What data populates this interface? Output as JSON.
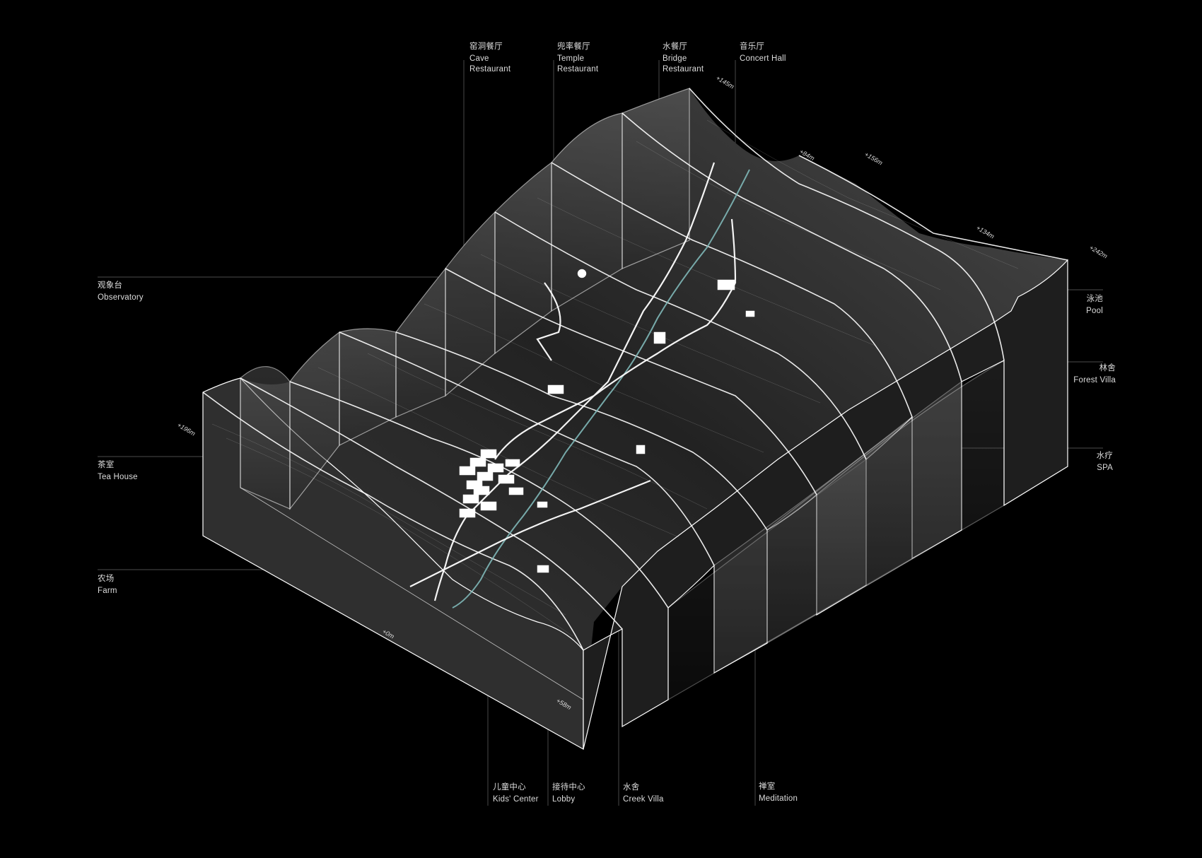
{
  "labels": {
    "top": [
      {
        "zh": "窑洞餐厅",
        "en": "Cave\nRestaurant"
      },
      {
        "zh": "兜率餐厅",
        "en": "Temple\nRestaurant"
      },
      {
        "zh": "水餐厅",
        "en": "Bridge\nRestaurant"
      },
      {
        "zh": "音乐厅",
        "en": "Concert Hall"
      }
    ],
    "left": [
      {
        "zh": "观象台",
        "en": "Observatory"
      },
      {
        "zh": "茶室",
        "en": "Tea House"
      },
      {
        "zh": "农场",
        "en": "Farm"
      }
    ],
    "right": [
      {
        "zh": "泳池",
        "en": "Pool"
      },
      {
        "zh": "林舍",
        "en": "Forest Villa"
      },
      {
        "zh": "水疗",
        "en": "SPA"
      }
    ],
    "bottom": [
      {
        "zh": "儿童中心",
        "en": "Kids' Center"
      },
      {
        "zh": "接待中心",
        "en": "Lobby"
      },
      {
        "zh": "水舍",
        "en": "Creek Villa"
      },
      {
        "zh": "禅室",
        "en": "Meditation"
      }
    ]
  },
  "elevations": [
    "+145m",
    "+84m",
    "+156m",
    "+134m",
    "+242m",
    "+196m",
    "+0m",
    "+58m"
  ],
  "colors": {
    "background": "#000000",
    "line": "#ffffff",
    "creek": "#7fb8b8"
  }
}
